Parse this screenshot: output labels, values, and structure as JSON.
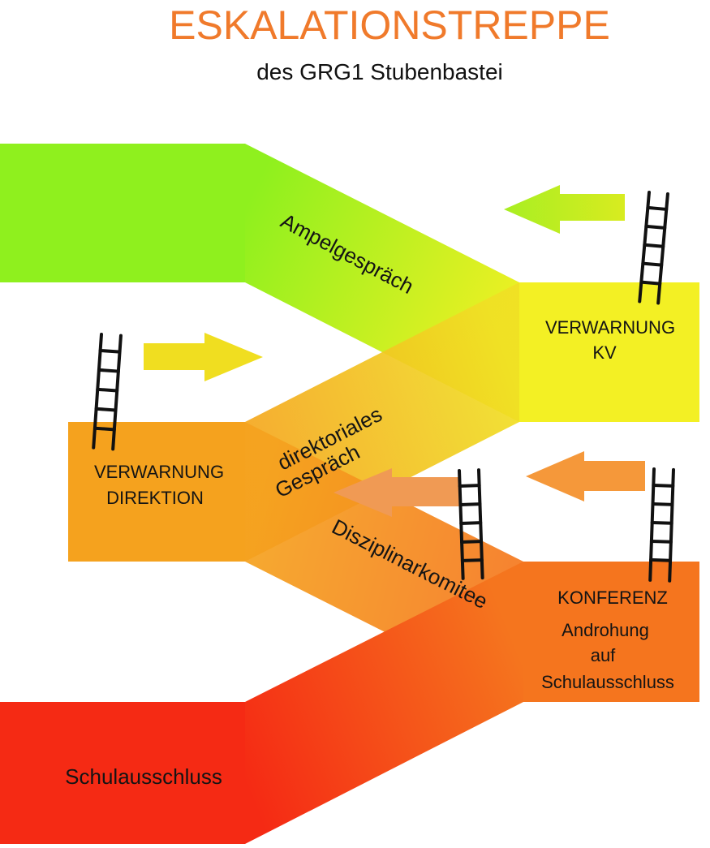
{
  "header": {
    "title": "ESKALATIONSTREPPE",
    "subtitle": "des GRG1 Stubenbastei"
  },
  "connectors": {
    "ampel": "Ampelgespräch",
    "direktorial_line1": "direktoriales",
    "direktorial_line2": "Gespräch",
    "disziplinar": "Disziplinarkomitee"
  },
  "steps": {
    "verwarnung_kv_line1": "VERWARNUNG",
    "verwarnung_kv_line2": "KV",
    "verwarnung_direktion_line1": "VERWARNUNG",
    "verwarnung_direktion_line2": "DIREKTION",
    "konferenz_line1": "KONFERENZ",
    "konferenz_line2": "Androhung",
    "konferenz_line3": "auf",
    "konferenz_line4": "Schulausschluss",
    "schulausschluss": "Schulausschluss"
  },
  "colors": {
    "title": "#f07a2b",
    "green": "#8ff01e",
    "yellow": "#f3f024",
    "orange": "#f5a21e",
    "dark_orange": "#f5751e",
    "red": "#f52a14",
    "ladder": "#111111"
  },
  "icons": [
    "ladder-icon",
    "arrow-left-icon",
    "arrow-right-icon"
  ]
}
